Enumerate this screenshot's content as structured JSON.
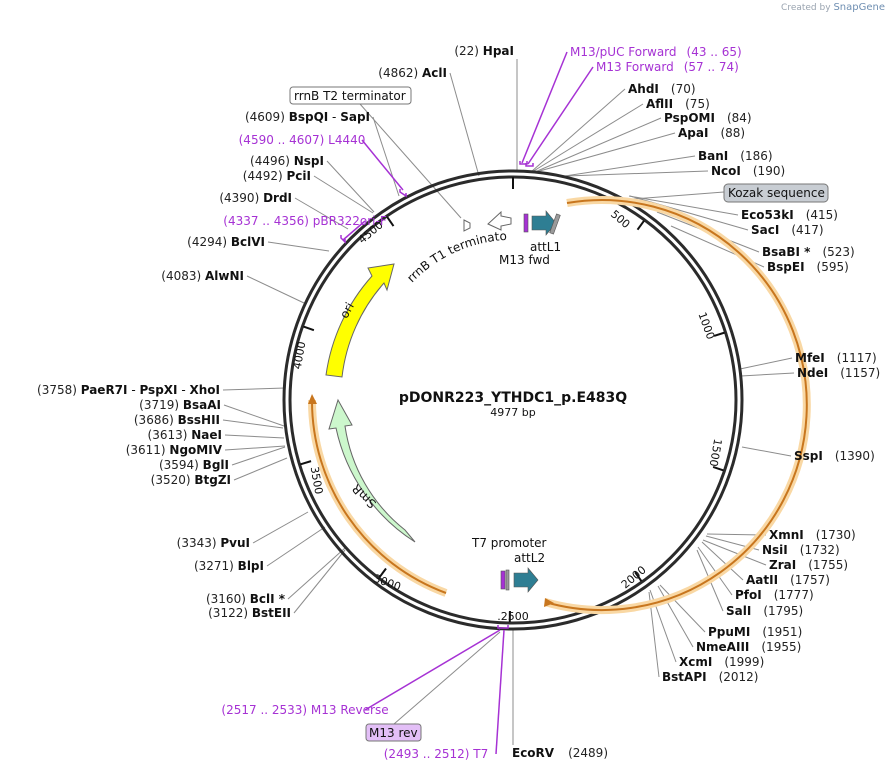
{
  "brand": {
    "prefix": "Created by",
    "name": "SnapGene"
  },
  "plasmid": {
    "name": "pDONR223_YTHDC1_p.E483Q",
    "length": 4977,
    "length_label": "4977 bp"
  },
  "ticks": [
    "500",
    "1000",
    "1500",
    "2000",
    "2500",
    "3000",
    "3500",
    "4000",
    "4500"
  ],
  "enzymes": [
    {
      "pos": "(22)",
      "name": "HpaI"
    },
    {
      "pos": "(70)",
      "name": "AhdI"
    },
    {
      "pos": "(75)",
      "name": "AflII"
    },
    {
      "pos": "(84)",
      "name": "PspOMI"
    },
    {
      "pos": "(88)",
      "name": "ApaI"
    },
    {
      "pos": "(186)",
      "name": "BanI"
    },
    {
      "pos": "(190)",
      "name": "NcoI"
    },
    {
      "pos": "(415)",
      "name": "Eco53kI"
    },
    {
      "pos": "(417)",
      "name": "SacI"
    },
    {
      "pos": "(523)",
      "name": "BsaBI *"
    },
    {
      "pos": "(595)",
      "name": "BspEI"
    },
    {
      "pos": "(1117)",
      "name": "MfeI"
    },
    {
      "pos": "(1157)",
      "name": "NdeI"
    },
    {
      "pos": "(1390)",
      "name": "SspI"
    },
    {
      "pos": "(1730)",
      "name": "XmnI"
    },
    {
      "pos": "(1732)",
      "name": "NsiI"
    },
    {
      "pos": "(1755)",
      "name": "ZraI"
    },
    {
      "pos": "(1757)",
      "name": "AatII"
    },
    {
      "pos": "(1777)",
      "name": "PfoI"
    },
    {
      "pos": "(1795)",
      "name": "SalI"
    },
    {
      "pos": "(1951)",
      "name": "PpuMI"
    },
    {
      "pos": "(1955)",
      "name": "NmeAIII"
    },
    {
      "pos": "(1999)",
      "name": "XcmI"
    },
    {
      "pos": "(2012)",
      "name": "BstAPI"
    },
    {
      "pos": "(2489)",
      "name": "EcoRV"
    },
    {
      "pos": "(3122)",
      "name": "BstEII"
    },
    {
      "pos": "(3160)",
      "name": "BclI *"
    },
    {
      "pos": "(3271)",
      "name": "BlpI"
    },
    {
      "pos": "(3343)",
      "name": "PvuI"
    },
    {
      "pos": "(3520)",
      "name": "BtgZI"
    },
    {
      "pos": "(3594)",
      "name": "BglI"
    },
    {
      "pos": "(3611)",
      "name": "NgoMIV"
    },
    {
      "pos": "(3613)",
      "name": "NaeI"
    },
    {
      "pos": "(3686)",
      "name": "BssHII"
    },
    {
      "pos": "(3719)",
      "name": "BsaAI"
    },
    {
      "pos": "(3758)",
      "name": "PaeR7I",
      "extra": [
        "PspXI",
        "XhoI"
      ]
    },
    {
      "pos": "(4083)",
      "name": "AlwNI"
    },
    {
      "pos": "(4294)",
      "name": "BclVI"
    },
    {
      "pos": "(4390)",
      "name": "DrdI"
    },
    {
      "pos": "(4492)",
      "name": "PciI"
    },
    {
      "pos": "(4496)",
      "name": "NspI"
    },
    {
      "pos": "(4609)",
      "name": "BspQI",
      "extra": [
        "SapI"
      ]
    },
    {
      "pos": "(4862)",
      "name": "AclI"
    }
  ],
  "primers": [
    {
      "name": "M13/pUC Forward",
      "range": "(43 .. 65)"
    },
    {
      "name": "M13 Forward",
      "range": "(57 .. 74)"
    },
    {
      "name": "L4440",
      "range": "(4590 .. 4607)"
    },
    {
      "name": "pBR322ori-F",
      "range": "(4337 .. 4356)"
    },
    {
      "name": "M13 Reverse",
      "range": "(2517 .. 2533)"
    },
    {
      "name": "T7",
      "range": "(2493 .. 2512)"
    }
  ],
  "boxed_labels": {
    "rrnb_t2": "rrnB T2 terminator",
    "kozak": "Kozak sequence",
    "m13_rev": "M13 rev"
  },
  "features": {
    "rrnb_t1": "rrnB T1 terminator",
    "attl1": "attL1",
    "m13_fwd": "M13 fwd",
    "t7_promoter": "T7 promoter",
    "attl2": "attL2",
    "ori": "ori",
    "smr": "SmR"
  },
  "colors": {
    "backbone": "#2b2b2b",
    "orf_arc": "#c8761e",
    "orf_glow": "#f9d8a4",
    "primer": "#a632d4",
    "ori": "#ffff00",
    "smr": "#ccf7cc",
    "att": "#2e7e93",
    "kozak_box": "#c8cdd3",
    "m13rev_box": "#e3bff7"
  }
}
